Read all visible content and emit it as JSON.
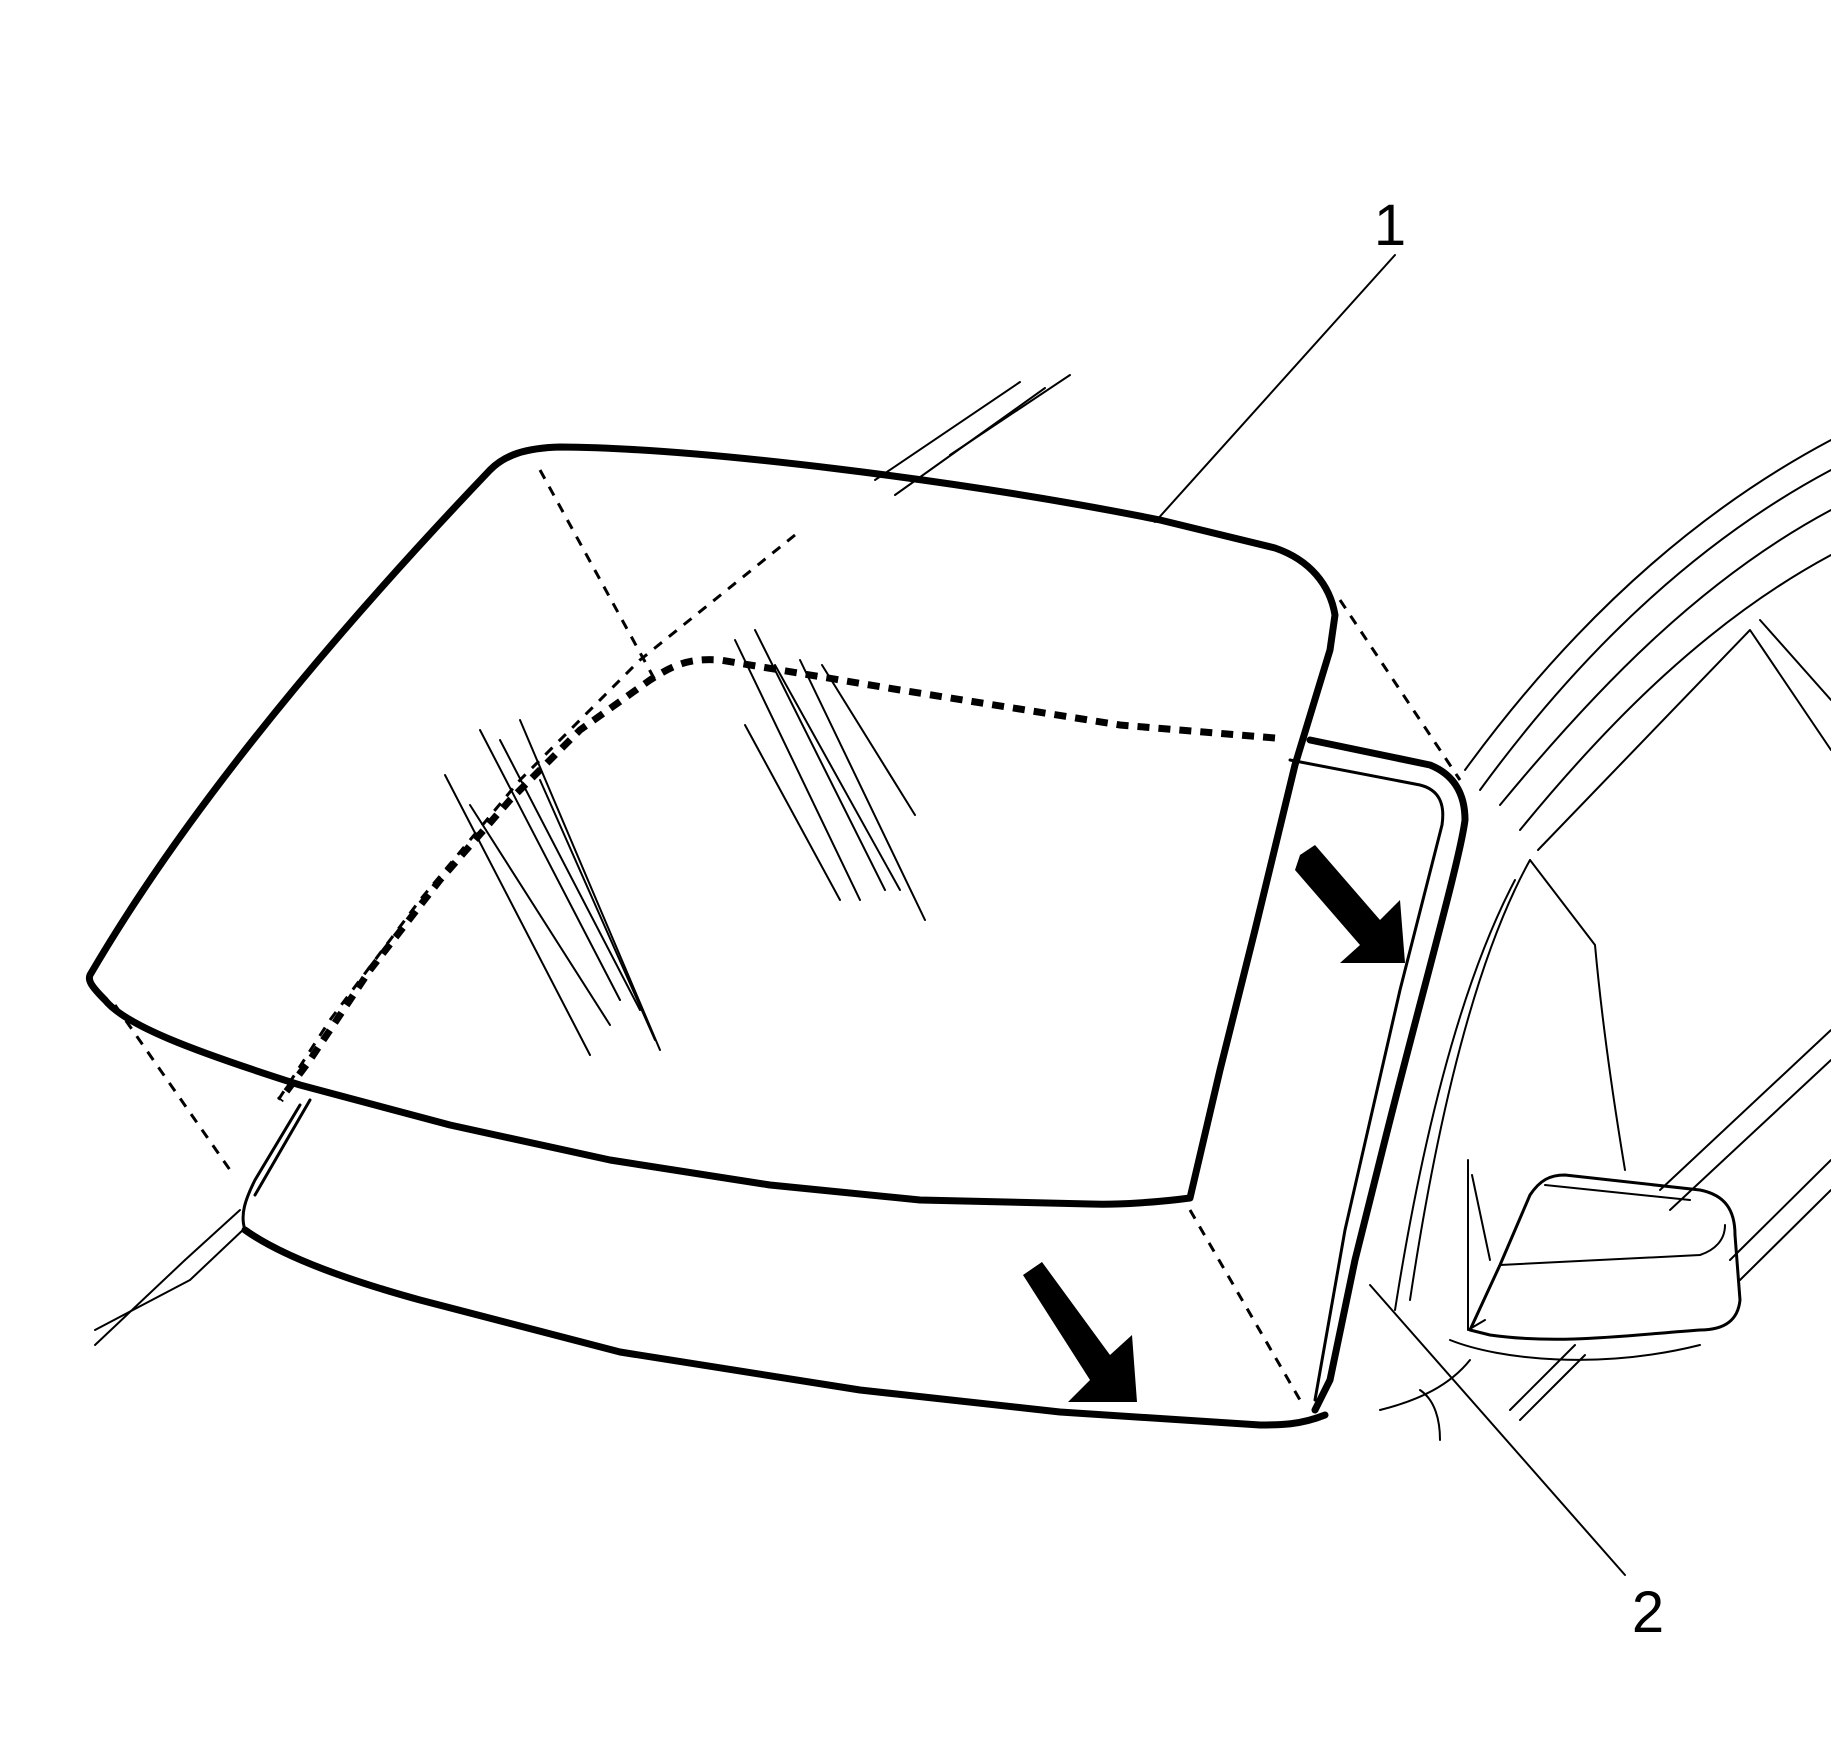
{
  "callouts": [
    {
      "id": "1",
      "text": "1"
    },
    {
      "id": "2",
      "text": "2"
    }
  ],
  "colors": {
    "ink": "#000000",
    "paper": "#ffffff"
  }
}
